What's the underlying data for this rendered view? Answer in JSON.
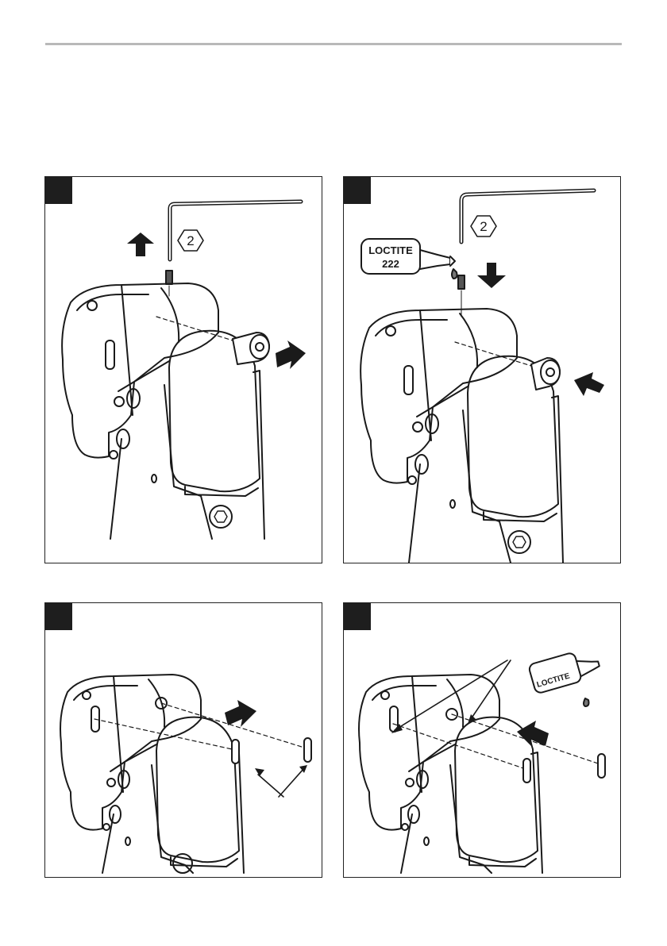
{
  "panels": [
    {
      "step": ""
    },
    {
      "step": ""
    },
    {
      "step": ""
    },
    {
      "step": ""
    }
  ],
  "tools": {
    "hex_key_size": "2",
    "loctite_label_line1": "LOCTITE",
    "loctite_label_line2": "222",
    "loctite_bottle_label": "LOCTITE"
  },
  "colors": {
    "frame": "#222222",
    "tab": "#1e1e1e",
    "rule": "#b9b9b9",
    "line_art": "#1a1a1a"
  }
}
